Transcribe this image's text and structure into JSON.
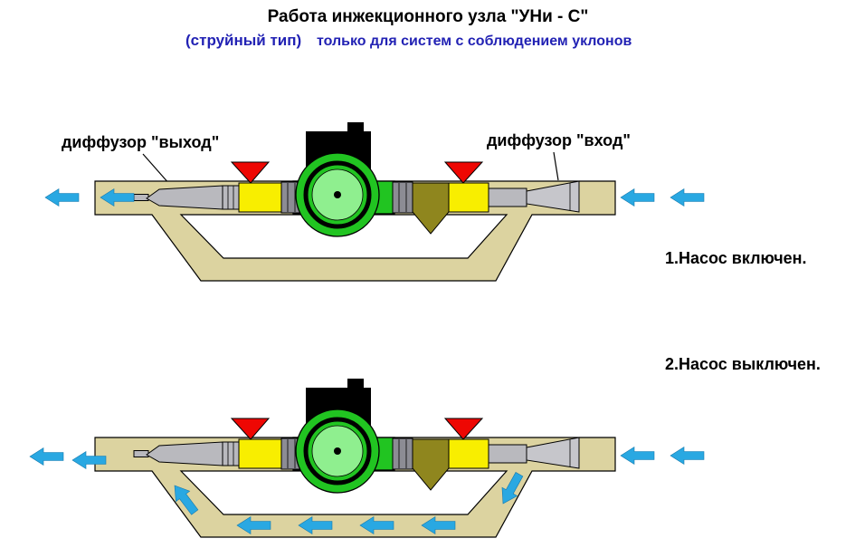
{
  "title": "Работа инжекционного узла \"УНи - С\"",
  "subtitle": {
    "type_label": "(струйный тип)",
    "note": "только для систем с  соблюдением уклонов"
  },
  "labels": {
    "diffuser_out": "диффузор \"выход\"",
    "diffuser_in": "диффузор \"вход\""
  },
  "states": [
    {
      "caption": "1.Насос включен."
    },
    {
      "caption": "2.Насос выключен."
    }
  ],
  "palette": {
    "pipe_tan": "#dcd3a0",
    "flow_arrow_blue": "#29a8e2",
    "pump_green": "#21c421",
    "pump_inner_green": "#8fef8f",
    "valve_yellow": "#f8ee00",
    "valve_handle_red": "#ee0703",
    "metal_gray": "#b9b9be",
    "metal_light_gray": "#c6c6cb",
    "nut_gray": "#8c8c94",
    "filter_olive": "#8f861e",
    "subtitle_blue": "#2222b4",
    "background": "#ffffff"
  }
}
